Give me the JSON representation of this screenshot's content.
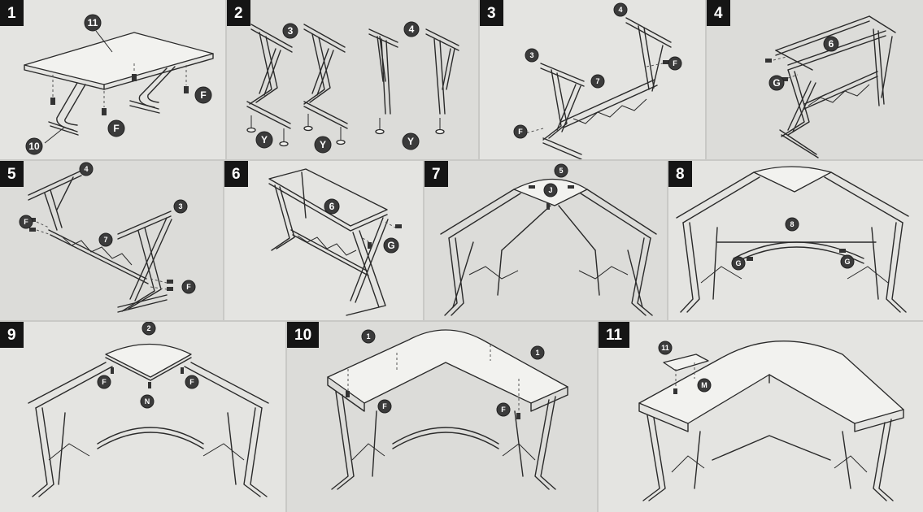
{
  "steps": [
    {
      "number": "1",
      "labels": [
        "11",
        "10",
        "F",
        "F"
      ]
    },
    {
      "number": "2",
      "labels": [
        "3",
        "4",
        "Y",
        "Y",
        "Y"
      ]
    },
    {
      "number": "3",
      "labels": [
        "4",
        "3",
        "7",
        "F",
        "F"
      ]
    },
    {
      "number": "4",
      "labels": [
        "6",
        "G"
      ]
    },
    {
      "number": "5",
      "labels": [
        "4",
        "3",
        "7",
        "F",
        "F"
      ]
    },
    {
      "number": "6",
      "labels": [
        "6",
        "G"
      ]
    },
    {
      "number": "7",
      "labels": [
        "5",
        "J"
      ]
    },
    {
      "number": "8",
      "labels": [
        "8",
        "G",
        "G"
      ]
    },
    {
      "number": "9",
      "labels": [
        "2",
        "F",
        "F",
        "N"
      ]
    },
    {
      "number": "10",
      "labels": [
        "1",
        "1",
        "F",
        "F"
      ]
    },
    {
      "number": "11",
      "labels": [
        "11",
        "M"
      ]
    }
  ]
}
